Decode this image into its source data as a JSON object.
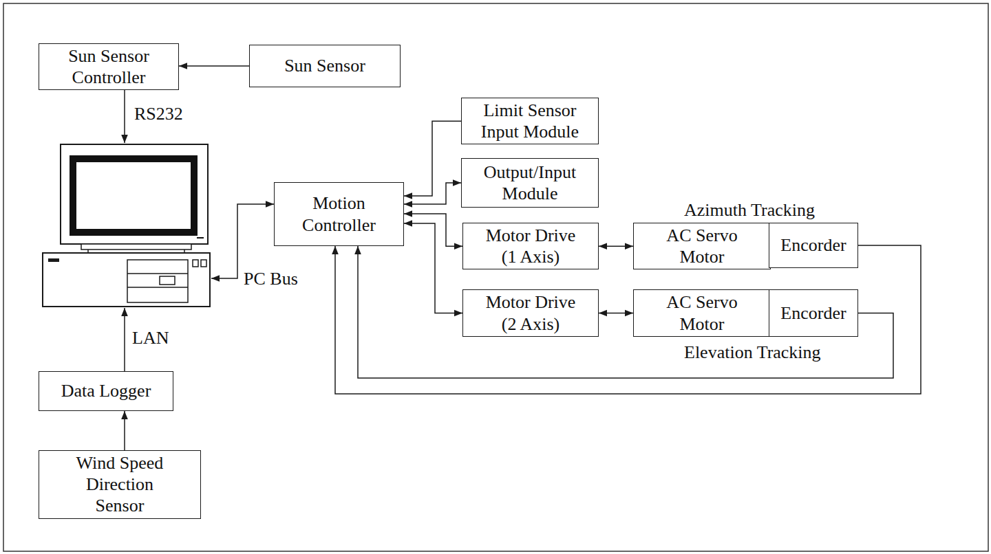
{
  "diagram": {
    "nodes": [
      {
        "text": [
          "Sun Sensor Controller"
        ]
      },
      {
        "text": [
          "Sun Sensor"
        ]
      },
      {
        "text": [
          "Limit Sensor Input Module"
        ]
      },
      {
        "text": [
          "Output/Input Module"
        ]
      },
      {
        "text": [
          "Motion Controller"
        ]
      },
      {
        "text": [
          "Motor Drive (1 Axis)"
        ]
      },
      {
        "text": [
          "AC Servo Motor"
        ]
      },
      {
        "text": [
          "Encorder"
        ]
      },
      {
        "text": [
          "Motor Drive (2 Axis)"
        ]
      },
      {
        "text": [
          "AC Servo Motor"
        ]
      },
      {
        "text": [
          "Encorder"
        ]
      },
      {
        "text": [
          "Data Logger"
        ]
      },
      {
        "text": [
          "Wind Speed Direction Sensor"
        ]
      }
    ],
    "edges": [
      {
        "from": 1,
        "to": 0,
        "arrow": "to"
      },
      {
        "from": 2,
        "to": 4,
        "arrow": "to"
      },
      {
        "from": 3,
        "to": 4,
        "arrow": "both"
      },
      {
        "from": 4,
        "to": 5,
        "arrow": "both"
      },
      {
        "from": 5,
        "to": 6,
        "arrow": "both"
      },
      {
        "from": 7,
        "to": 4,
        "arrow": "to"
      },
      {
        "from": 4,
        "to": 8,
        "arrow": "both"
      },
      {
        "from": 8,
        "to": 9,
        "arrow": "both"
      },
      {
        "from": 10,
        "to": 4,
        "arrow": "to"
      },
      {
        "from": 12,
        "to": 11,
        "arrow": "to"
      }
    ],
    "labels": [
      "RS232",
      "PC Bus",
      "LAN",
      "Azimuth Tracking",
      "Elevation Tracking"
    ]
  }
}
